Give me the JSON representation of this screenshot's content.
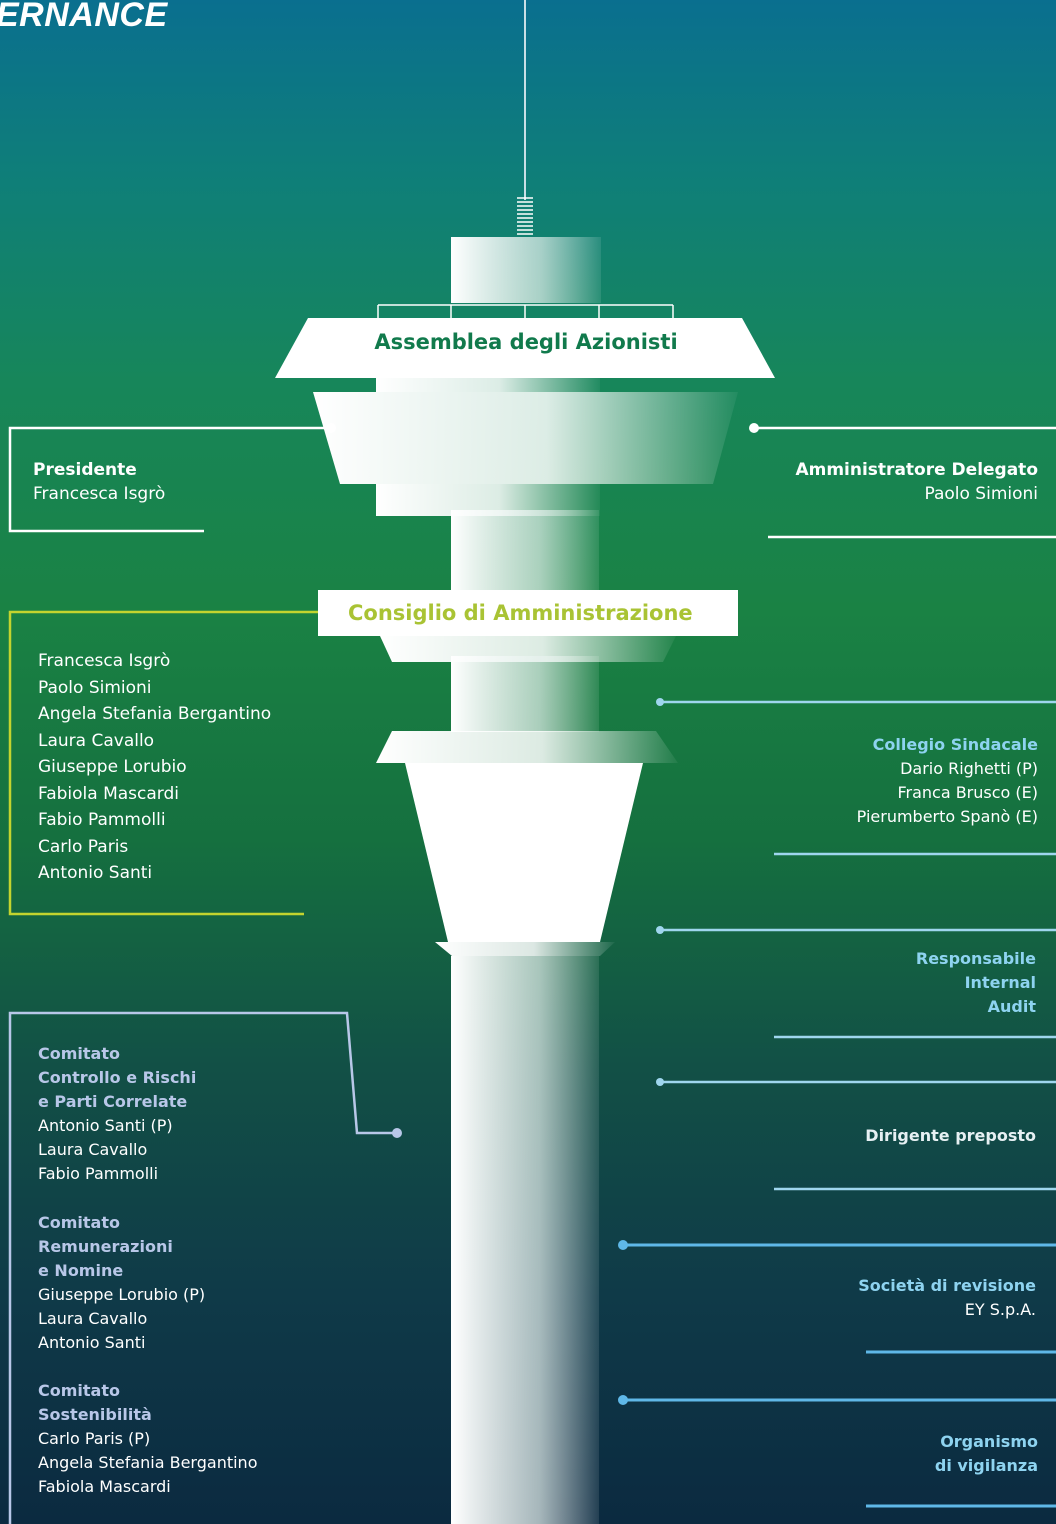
{
  "header": {
    "title": "ERNANCE"
  },
  "assemblea": {
    "label": "Assemblea degli Azionisti"
  },
  "presidente": {
    "title": "Presidente",
    "name": "Francesca Isgrò"
  },
  "amministratore": {
    "title": "Amministratore Delegato",
    "name": "Paolo Simioni"
  },
  "consiglio": {
    "title": "Consiglio di Amministrazione",
    "members": [
      "Francesca Isgrò",
      "Paolo Simioni",
      "Angela Stefania Bergantino",
      "Laura Cavallo",
      "Giuseppe Lorubio",
      "Fabiola Mascardi",
      "Fabio Pammolli",
      "Carlo Paris",
      "Antonio Santi"
    ]
  },
  "collegio": {
    "title": "Collegio Sindacale",
    "members": [
      "Dario Righetti (P)",
      "Franca Brusco (E)",
      "Pierumberto Spanò  (E)"
    ]
  },
  "internal_audit": {
    "title_lines": [
      "Responsabile",
      "Internal",
      "Audit"
    ]
  },
  "dirigente": {
    "title": "Dirigente preposto"
  },
  "revisione": {
    "title": "Società di revisione",
    "name": "EY S.p.A."
  },
  "vigilanza": {
    "title_lines": [
      "Organismo",
      "di vigilanza"
    ]
  },
  "committees": [
    {
      "title_lines": [
        "Comitato",
        "Controllo e Rischi",
        "e Parti Correlate"
      ],
      "members": [
        "Antonio Santi (P)",
        "Laura Cavallo",
        "Fabio Pammolli"
      ]
    },
    {
      "title_lines": [
        "Comitato",
        "Remunerazioni",
        "e Nomine"
      ],
      "members": [
        "Giuseppe Lorubio (P)",
        "Laura Cavallo",
        "Antonio Santi"
      ]
    },
    {
      "title_lines": [
        "Comitato",
        "Sostenibilità"
      ],
      "members": [
        "Carlo Paris (P)",
        "Angela Stefania Bergantino",
        "Fabiola Mascardi"
      ]
    }
  ]
}
